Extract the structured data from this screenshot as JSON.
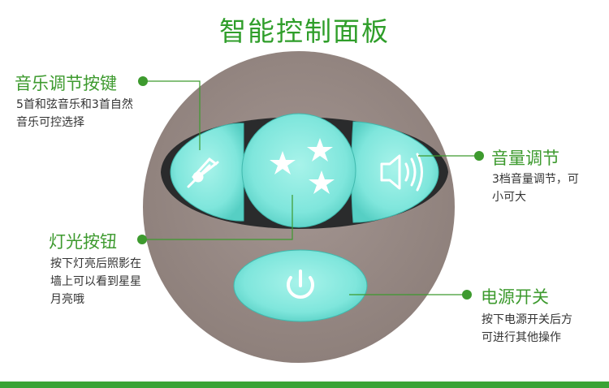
{
  "title": "智能控制面板",
  "colors": {
    "accent": "#3d9a2e",
    "panel_outer": "#9a8b86",
    "panel_dark": "#2a2b2c",
    "button": "#7fe6dc"
  },
  "callouts": {
    "music": {
      "label": "音乐调节按键",
      "desc_line1": "5首和弦音乐和3首自然",
      "desc_line2": "音乐可控选择"
    },
    "volume": {
      "label": "音量调节",
      "desc_line1": "3档音量调节，可",
      "desc_line2": "小可大"
    },
    "light": {
      "label": "灯光按钮",
      "desc_line1": "按下灯亮后照影在",
      "desc_line2": "墙上可以看到星星",
      "desc_line3": "月亮哦"
    },
    "power": {
      "label": "电源开关",
      "desc_line1": "按下电源开关后方",
      "desc_line2": "可进行其他操作"
    }
  },
  "icons": {
    "music": "music-note-icon",
    "stars": "stars-icon",
    "volume": "speaker-volume-icon",
    "power": "power-icon"
  }
}
